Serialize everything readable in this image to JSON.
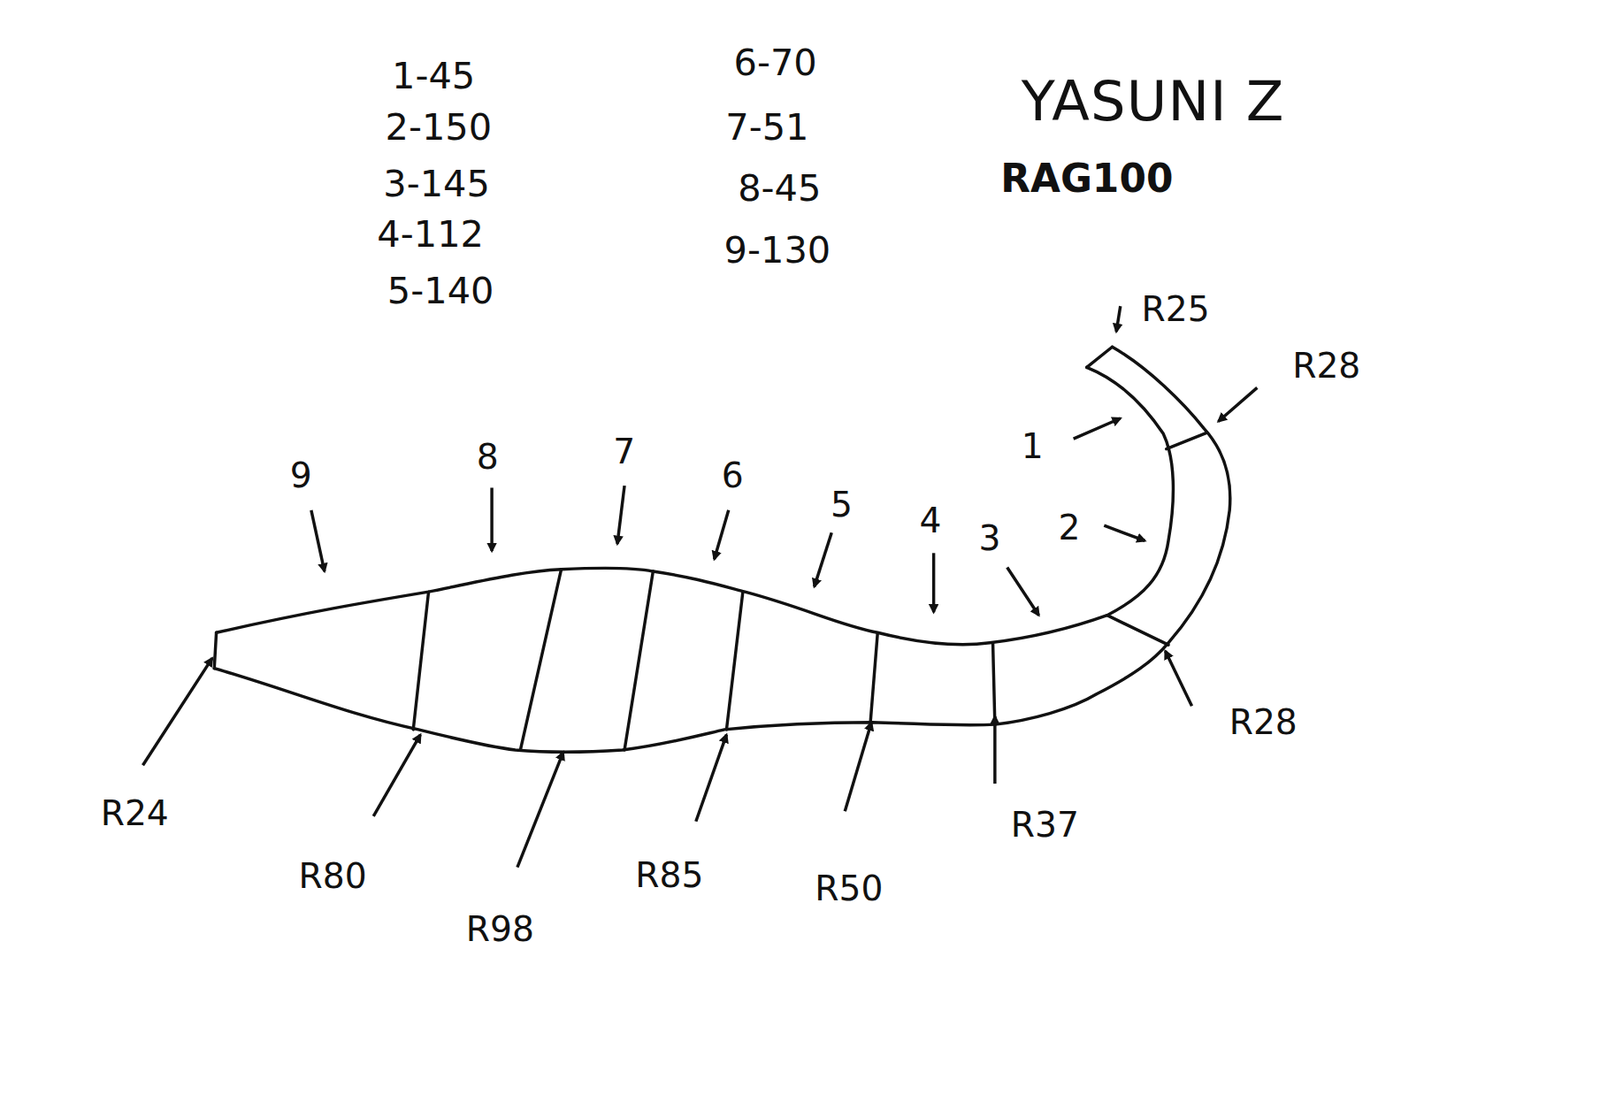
{
  "diagram": {
    "title": "YASUNI Z",
    "labels": [
      "1-45",
      "2-150",
      "3-145",
      "4-112",
      "5-140",
      "6-70",
      "7-51",
      "8-45",
      "9-130",
      "RAG100",
      "R25",
      "R28",
      "1",
      "2",
      "3",
      "4",
      "5",
      "6",
      "7",
      "8",
      "9",
      "R28",
      "R37",
      "R50",
      "R85",
      "R98",
      "R80",
      "R24"
    ]
  }
}
